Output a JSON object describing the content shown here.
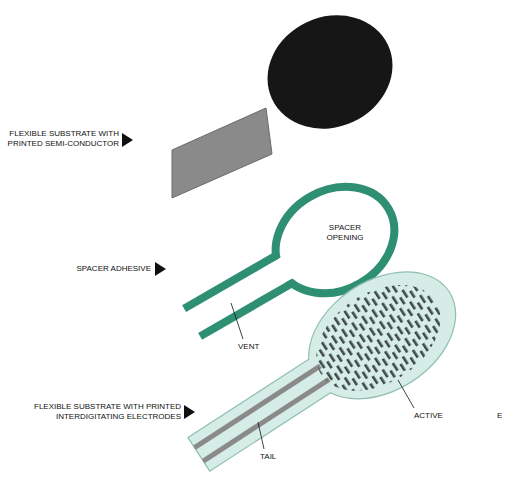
{
  "diagram": {
    "labels": [
      "FLEXIBLE SUBSTRATE WITH PRINTED SEMI-CONDUCTOR",
      "SPACER ADHESIVE",
      "FLEXIBLE SUBSTRATE WITH PRINTED INTERDIGITATING ELECTRODES",
      "SPACER OPENING",
      "VENT",
      "ACTIVE",
      "E",
      "TAIL"
    ]
  }
}
